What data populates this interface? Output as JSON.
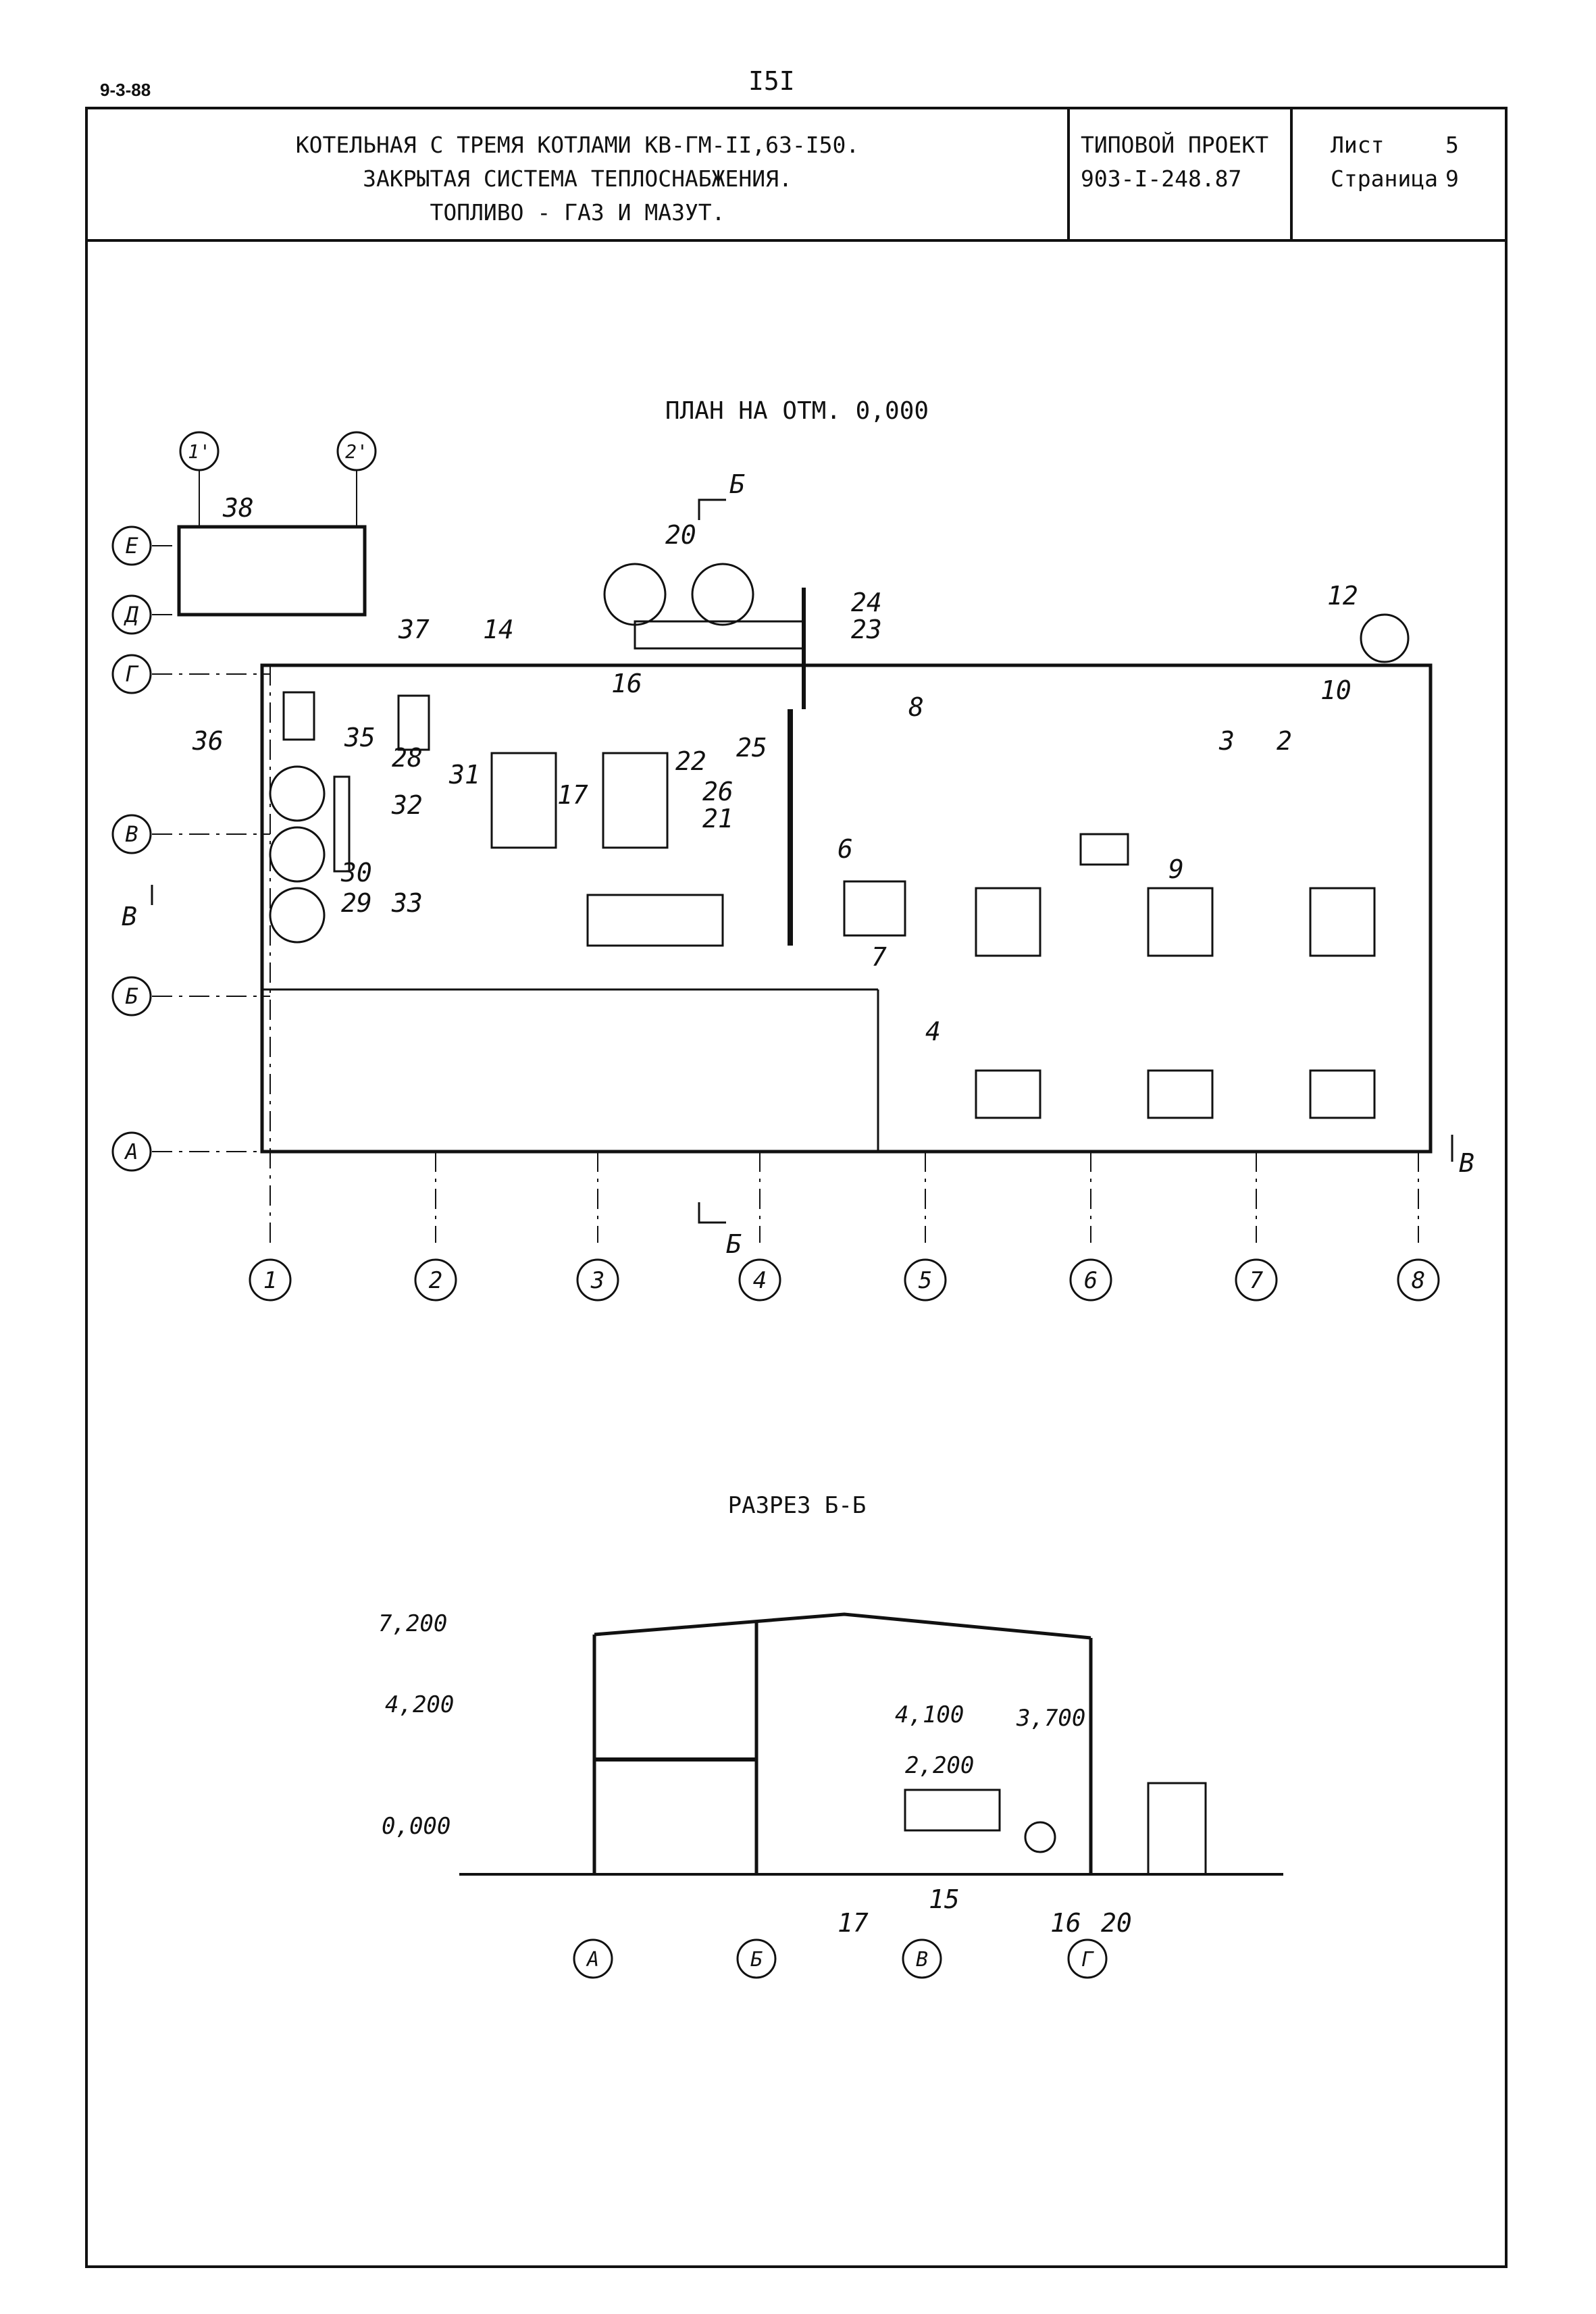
{
  "header": {
    "corner_code": "9-3-88",
    "page_number": "I5I",
    "title_lines": [
      "КОТЕЛЬНАЯ С ТРЕМЯ КОТЛАМИ КВ-ГМ-II,63-I50.",
      "ЗАКРЫТАЯ СИСТЕМА ТЕПЛОСНАБЖЕНИЯ.",
      "ТОПЛИВО - ГАЗ И МАЗУТ."
    ],
    "project_label": "ТИПОВОЙ ПРОЕКТ",
    "project_number": "903-I-248.87",
    "sheet_label": "Лист",
    "sheet_value": "5",
    "page_label": "Страница",
    "page_value": "9"
  },
  "plan": {
    "title": "ПЛАН НА ОТМ. 0,000",
    "column_axes": [
      "1",
      "2",
      "3",
      "4",
      "5",
      "6",
      "7",
      "8"
    ],
    "row_axes": [
      "А",
      "Б",
      "В",
      "Г",
      "Д",
      "Е"
    ],
    "annex_axes": [
      "1'",
      "2'"
    ],
    "section_marks": [
      "Б",
      "Б",
      "В",
      "В"
    ],
    "callouts": [
      "38",
      "20",
      "24",
      "23",
      "12",
      "37",
      "14",
      "16",
      "8",
      "10",
      "36",
      "35",
      "28",
      "22",
      "25",
      "3",
      "2",
      "31",
      "32",
      "17",
      "26",
      "21",
      "6",
      "9",
      "30",
      "29",
      "33",
      "7",
      "4"
    ]
  },
  "section": {
    "title": "РАЗРЕЗ Б-Б",
    "elevations": [
      "7,200",
      "4,200",
      "0,000",
      "4,100",
      "2,200",
      "3,700"
    ],
    "axes": [
      "А",
      "Б",
      "В",
      "Г"
    ],
    "callouts": [
      "17",
      "15",
      "16",
      "20"
    ]
  }
}
